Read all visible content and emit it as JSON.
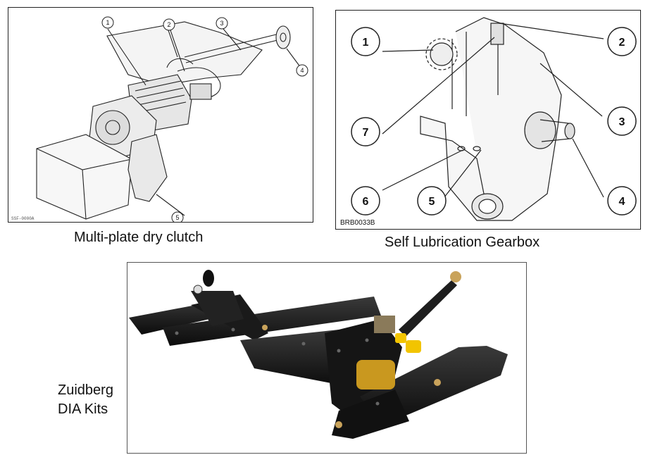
{
  "clutch_panel": {
    "caption": "Multi-plate dry clutch",
    "callouts": [
      "1",
      "2",
      "3",
      "4",
      "5"
    ],
    "figure_code": "SSF-0000A"
  },
  "gearbox_panel": {
    "caption": "Self Lubrication Gearbox",
    "callouts": [
      "1",
      "2",
      "3",
      "4",
      "5",
      "6",
      "7"
    ],
    "figure_code": "BRB0033B"
  },
  "kit_panel": {
    "caption_line1": "Zuidberg",
    "caption_line2": "DIA Kits"
  }
}
